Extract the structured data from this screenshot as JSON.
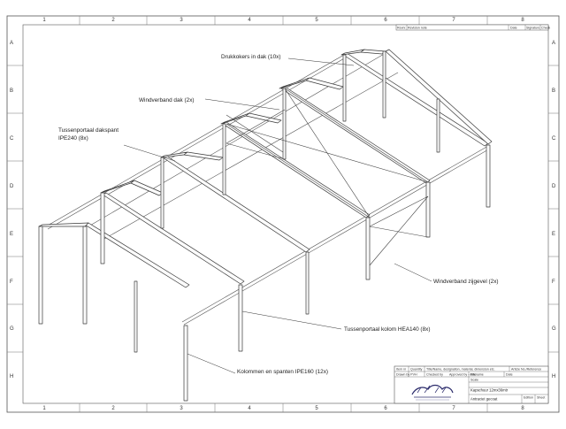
{
  "border": {
    "columns": [
      "1",
      "2",
      "3",
      "4",
      "5",
      "6",
      "7",
      "8"
    ],
    "rows": [
      "A",
      "B",
      "C",
      "D",
      "E",
      "F",
      "G",
      "H"
    ]
  },
  "revision_block": {
    "headers": [
      "Revnr.",
      "Revision note",
      "Date",
      "Signature",
      "Check"
    ]
  },
  "callouts": {
    "drukkokers": "Drukkokers in dak (10x)",
    "windverband_dak": "Windverband dak (2x)",
    "dakspant_line1": "Tussenportaal dakspant",
    "dakspant_line2": "IPE240 (8x)",
    "windverband_zijgevel": "Windverband zijgevel (2x)",
    "kolom": "Tussenportaal kolom HEA140 (8x)",
    "kolommen": "Kolommen en spanten IPE160 (12x)"
  },
  "title_block": {
    "item_nr": "Item nr",
    "quantity": "Quantity",
    "description_header": "Title/Name, designation, material, dimension etc.",
    "article": "Article No./Reference",
    "drawn_by": "Drawn by PVH",
    "checked_by": "Checked by",
    "approved": "Approved by - date",
    "filename": "Filename",
    "date": "Date",
    "scale": "Scale",
    "title_value": "Kapschuur 12mx36mtr",
    "subtitle_value": "Antraciet gecoat",
    "edition": "Edition",
    "sheet": "Sheet"
  },
  "colors": {
    "steel_outline": "#3a3a3a",
    "border_line": "#555555",
    "logo": "#2b2b6b"
  }
}
